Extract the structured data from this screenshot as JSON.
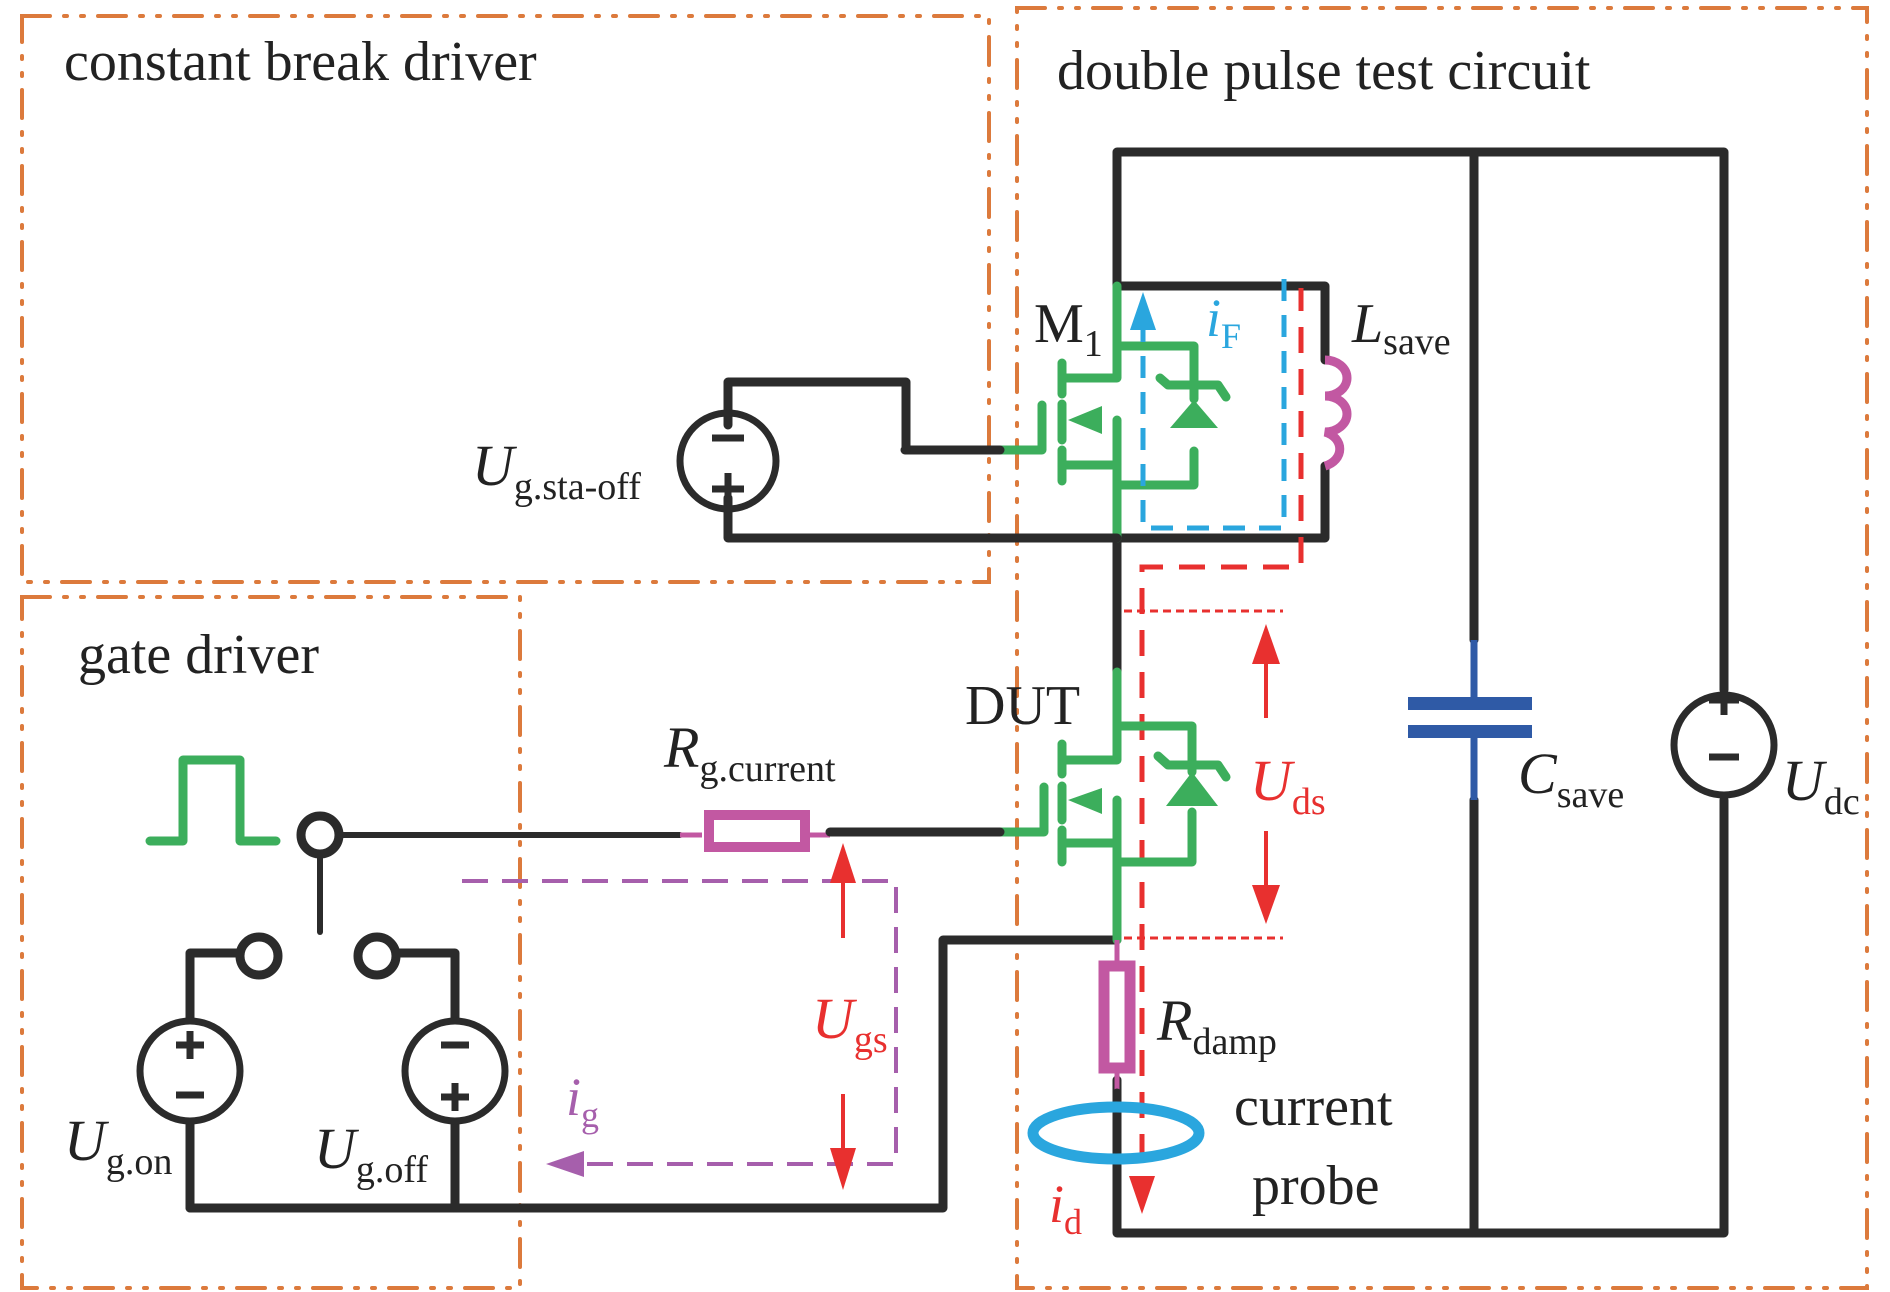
{
  "colors": {
    "wire": "#2b2b2b",
    "mosfet": "#3cae5c",
    "box_border": "#dc7a3c",
    "resistor_inductor": "#c258a2",
    "capacitor": "#2f5aa6",
    "current_probe": "#2aa6de",
    "voltage_annotation": "#e8302f",
    "gate_current": "#a65fac",
    "freewheel_current": "#2aa6de"
  },
  "regions": {
    "constant_break_driver": "constant break driver",
    "double_pulse": "double pulse test circuit",
    "gate_driver": "gate driver"
  },
  "components": {
    "m1": {
      "main": "M",
      "sub": "1"
    },
    "dut": {
      "main": "DUT"
    },
    "l_save": {
      "main": "L",
      "sub": "save"
    },
    "c_save": {
      "main": "C",
      "sub": "save"
    },
    "u_dc": {
      "main": "U",
      "sub": "dc"
    },
    "u_sta_off": {
      "main": "U",
      "sub": "g.sta-off"
    },
    "r_gate": {
      "main": "R",
      "sub": "g.current"
    },
    "r_damp": {
      "main": "R",
      "sub": "damp"
    },
    "u_gon": {
      "main": "U",
      "sub": "g.on"
    },
    "u_goff": {
      "main": "U",
      "sub": "g.off"
    },
    "probe_line1": "current",
    "probe_line2": "probe"
  },
  "annotations": {
    "i_f": {
      "main": "i",
      "sub": "F"
    },
    "u_ds": {
      "main": "U",
      "sub": "ds"
    },
    "u_gs": {
      "main": "U",
      "sub": "gs"
    },
    "i_g": {
      "main": "i",
      "sub": "g"
    },
    "i_d": {
      "main": "i",
      "sub": "d"
    }
  },
  "symbols": {
    "plus": "+",
    "minus": "−"
  }
}
